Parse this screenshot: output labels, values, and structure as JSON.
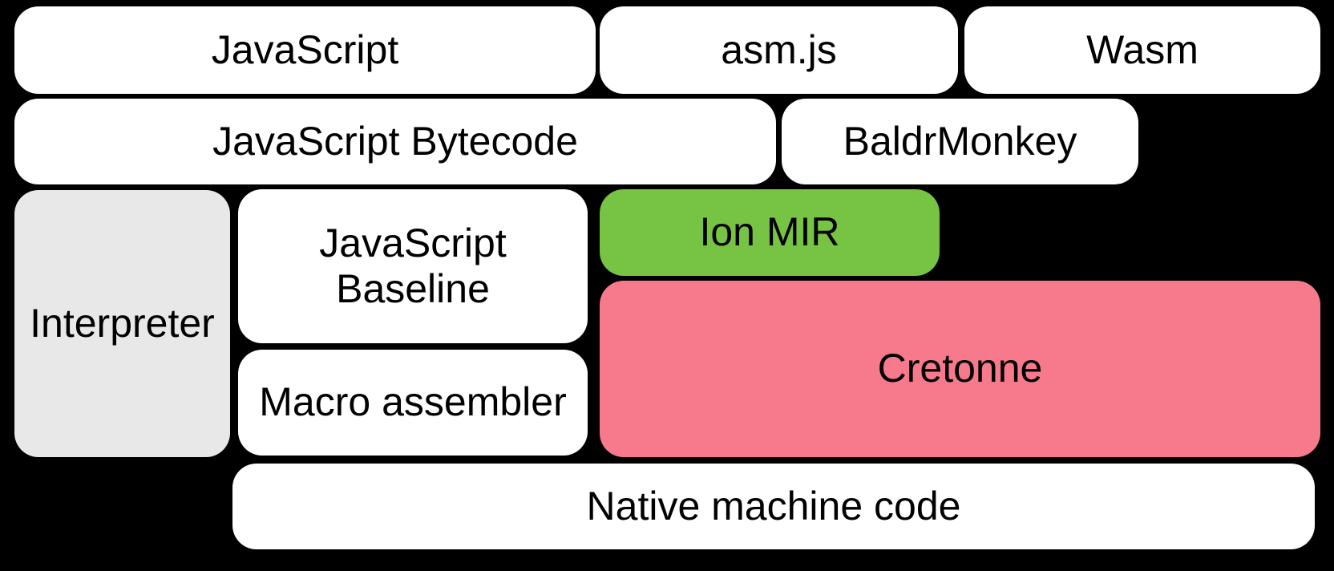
{
  "diagram": {
    "description": "Compiler pipeline block diagram",
    "colors": {
      "background": "#000000",
      "box-white": "#ffffff",
      "box-gray": "#e8e8e8",
      "box-green": "#77c344",
      "box-pink": "#f67a8c",
      "text": "#000000"
    },
    "boxes": [
      {
        "id": "javascript",
        "label": "JavaScript",
        "fill": "white"
      },
      {
        "id": "asm-js",
        "label": "asm.js",
        "fill": "white"
      },
      {
        "id": "wasm",
        "label": "Wasm",
        "fill": "white"
      },
      {
        "id": "javascript-bytecode",
        "label": "JavaScript Bytecode",
        "fill": "white"
      },
      {
        "id": "baldrmonkey",
        "label": "BaldrMonkey",
        "fill": "white"
      },
      {
        "id": "interpreter",
        "label": "Interpreter",
        "fill": "gray"
      },
      {
        "id": "javascript-baseline",
        "label": "JavaScript Baseline",
        "fill": "white"
      },
      {
        "id": "ion-mir",
        "label": "Ion MIR",
        "fill": "green"
      },
      {
        "id": "cretonne",
        "label": "Cretonne",
        "fill": "pink"
      },
      {
        "id": "macro-assembler",
        "label": "Macro assembler",
        "fill": "white"
      },
      {
        "id": "native-machine-code",
        "label": "Native machine code",
        "fill": "white"
      }
    ]
  }
}
